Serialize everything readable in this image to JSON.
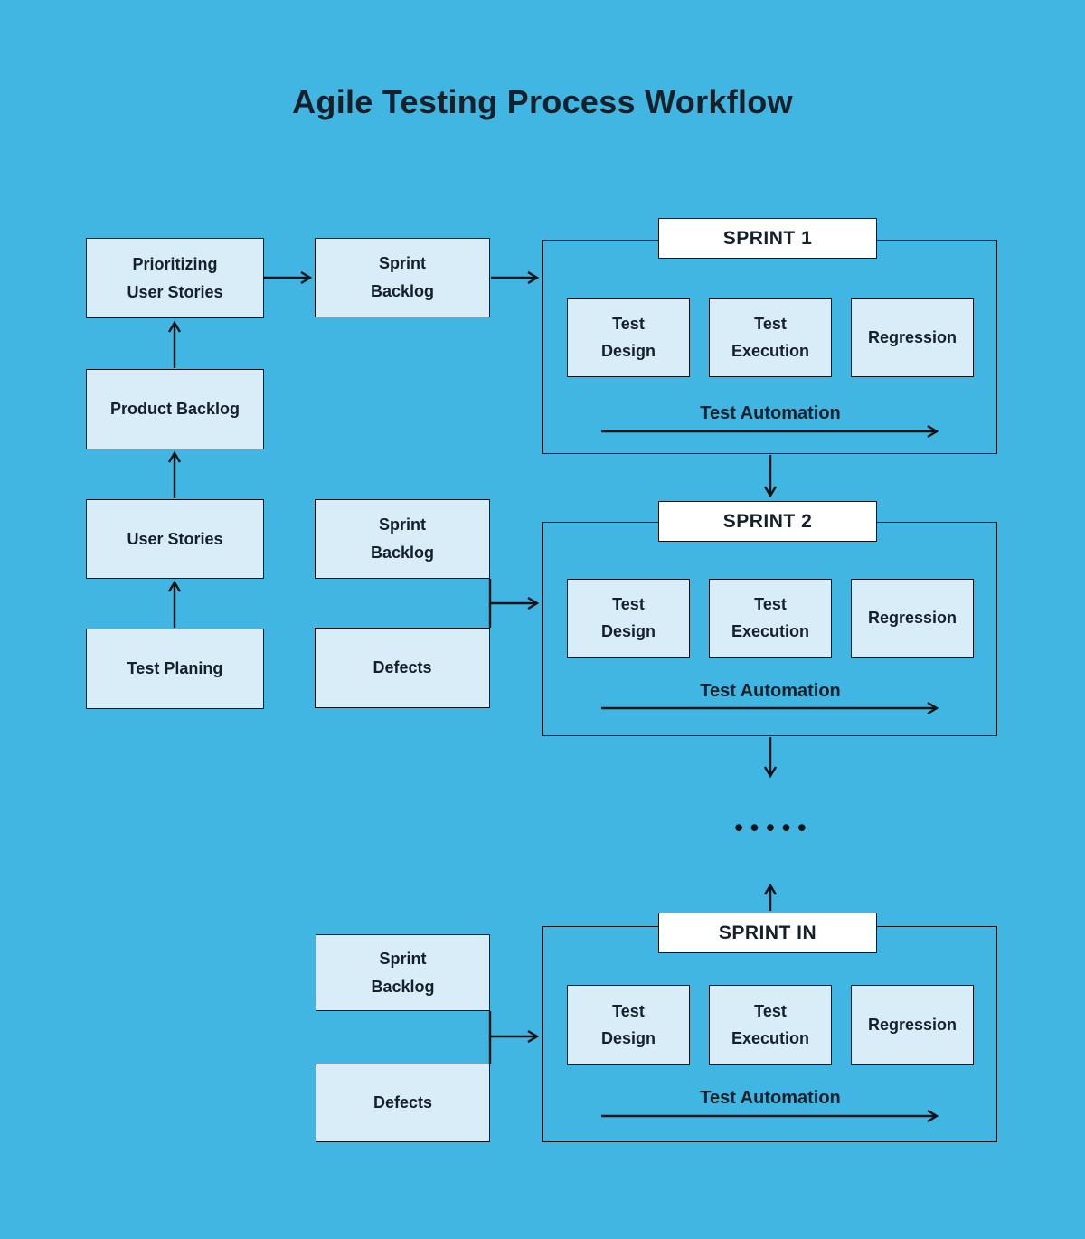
{
  "title": "Agile Testing Process Workflow",
  "theme": {
    "background": "#41B6E2",
    "box_fill": "#D9EDF8",
    "box_border": "#101418",
    "header_fill": "#FFFFFF",
    "text": "#15202A",
    "line": "#101418"
  },
  "nodes": {
    "prioritizing": "Prioritizing\nUser Stories",
    "product_backlog": "Product Backlog",
    "user_stories": "User Stories",
    "test_planing": "Test Planing",
    "sprint_backlog_1": "Sprint\nBacklog",
    "sprint_backlog_2": "Sprint\nBacklog",
    "defects_1": "Defects",
    "sprint_backlog_3": "Sprint\nBacklog",
    "defects_2": "Defects"
  },
  "sprints": [
    {
      "header": "SPRINT 1",
      "boxes": [
        "Test\nDesign",
        "Test\nExecution",
        "Regression"
      ],
      "automation_label": "Test Automation"
    },
    {
      "header": "SPRINT 2",
      "boxes": [
        "Test\nDesign",
        "Test\nExecution",
        "Regression"
      ],
      "automation_label": "Test Automation"
    },
    {
      "header": "SPRINT IN",
      "boxes": [
        "Test\nDesign",
        "Test\nExecution",
        "Regression"
      ],
      "automation_label": "Test Automation"
    }
  ],
  "ellipsis": "•••••"
}
